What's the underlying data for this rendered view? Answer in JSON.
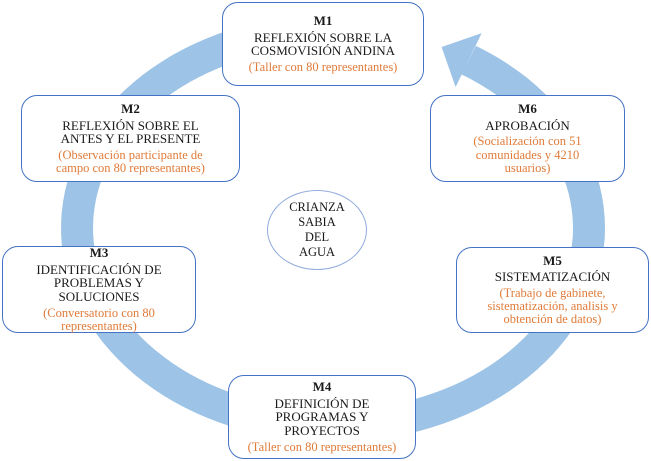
{
  "diagram": {
    "ring_color": "#9dc3e6",
    "border_color": "#4472c4",
    "note_color": "#e07b39",
    "direction": "counter-clockwise",
    "center": {
      "label": "CRIANZA\nSABIA\nDEL\nAGUA"
    },
    "steps": [
      {
        "code": "M1",
        "title": "REFLEXIÓN SOBRE LA\nCOSMOVISIÓN ANDINA",
        "note": "(Taller con 80 representantes)"
      },
      {
        "code": "M2",
        "title": "REFLEXIÓN SOBRE EL\nANTES Y EL PRESENTE",
        "note": "(Observación participante de\ncampo con 80 representantes)"
      },
      {
        "code": "M3",
        "title": "IDENTIFICACIÓN DE\nPROBLEMAS Y\nSOLUCIONES",
        "note": "(Conversatorio con 80\nrepresentantes)"
      },
      {
        "code": "M4",
        "title": "DEFINICIÓN DE\nPROGRAMAS Y\nPROYECTOS",
        "note": "(Taller con 80 representantes)"
      },
      {
        "code": "M5",
        "title": "SISTEMATIZACIÓN",
        "note": "(Trabajo de gabinete,\nsistematización, analisis y\nobtención de datos)"
      },
      {
        "code": "M6",
        "title": "APROBACIÓN",
        "note": "(Socialización con 51\ncomunidades y 4210\nusuarios)"
      }
    ]
  }
}
